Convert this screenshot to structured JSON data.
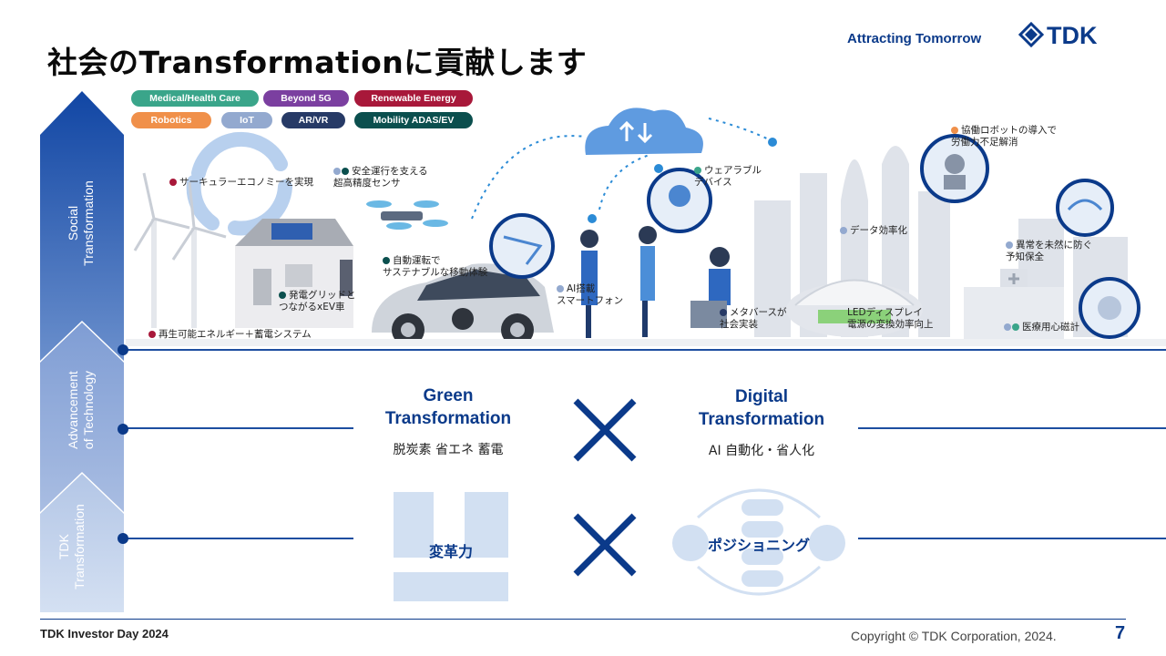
{
  "header": {
    "title": "社会のTransformationに貢献します",
    "tagline": "Attracting Tomorrow",
    "logo_text": "TDK"
  },
  "tags": [
    {
      "label": "Medical/Health Care",
      "color": "#3aa58a"
    },
    {
      "label": "Beyond 5G",
      "color": "#7b3fa0"
    },
    {
      "label": "Renewable Energy",
      "color": "#a8183a"
    },
    {
      "label": "Robotics",
      "color": "#f0904a"
    },
    {
      "label": "IoT",
      "color": "#93a9cf"
    },
    {
      "label": "AR/VR",
      "color": "#273a66"
    },
    {
      "label": "Mobility ADAS/EV",
      "color": "#0b4f4e"
    }
  ],
  "side": {
    "social": "Social\nTransformation",
    "technology": "Advancement\nof Technology",
    "tdk": "TDK\nTransformation"
  },
  "scene_labels": {
    "circular": "サーキュラーエコノミーを実現",
    "sensor": "安全運行を支える\n超高精度センサ",
    "wearable": "ウェアラブル\nデバイス",
    "robot": "協働ロボットの導入で\n労働力不足解消",
    "data": "データ効率化",
    "autonomous": "自動運転で\nサステナブルな移動体験",
    "grid": "発電グリッドと\nつながるxEV車",
    "smartphone": "AI搭載\nスマートフォン",
    "metaverse": "メタバースが\n社会実装",
    "led": "LEDディスプレイ\n電源の変換効率向上",
    "predictive": "異常を未然に防ぐ\n予知保全",
    "medical": "医療用心磁計",
    "renewable": "再生可能エネルギー＋蓄電システム"
  },
  "gx": {
    "title": "Green\nTransformation",
    "sub": "脱炭素 省エネ 蓄電"
  },
  "dx": {
    "title": "Digital\nTransformation",
    "sub": "AI 自動化・省人化"
  },
  "cross_symbol": "✕",
  "capability": {
    "label": "変革力"
  },
  "positioning": {
    "label": "ポジショニング"
  },
  "footer": {
    "event": "TDK Investor Day 2024",
    "copyright": "Copyright  © TDK Corporation, 2024.",
    "page": "7"
  },
  "colors": {
    "brand_blue": "#0b3a8a",
    "line_blue": "#1d4ea0"
  }
}
